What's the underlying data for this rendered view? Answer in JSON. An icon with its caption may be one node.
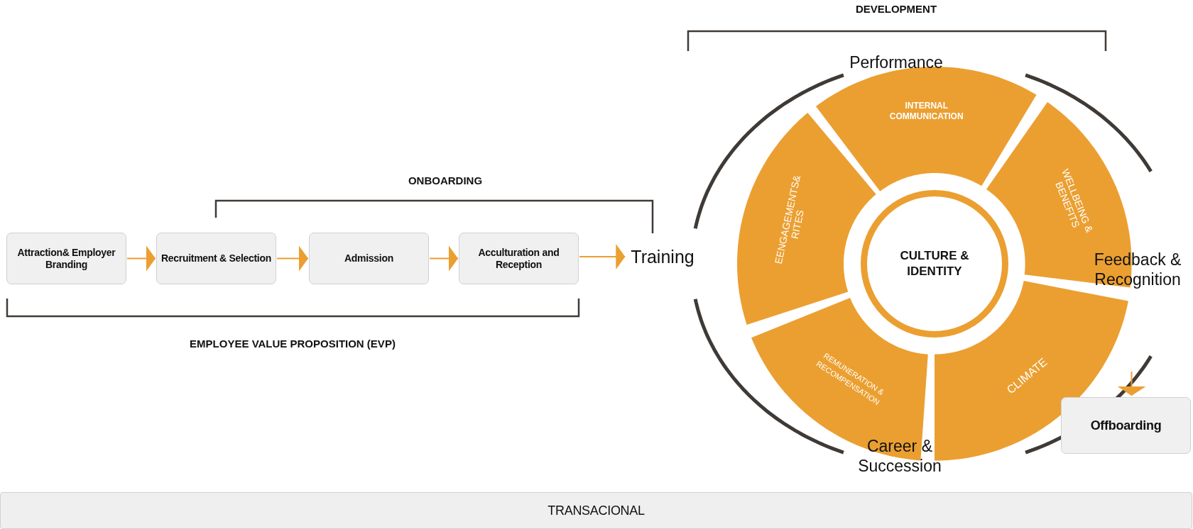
{
  "diagram": {
    "nodes": [
      {
        "text": [
          "Attraction& Employer Branding"
        ]
      },
      {
        "text": [
          "Recruitment & Selection"
        ]
      },
      {
        "text": [
          "Admission"
        ]
      },
      {
        "text": [
          "Acculturation and Reception"
        ]
      },
      {
        "text": [
          "Training"
        ]
      },
      {
        "text": [
          "INTERNAL COMMUNICATION"
        ]
      },
      {
        "text": [
          "WELLBEING & BENEFITS"
        ]
      },
      {
        "text": [
          "CLIMATE"
        ]
      },
      {
        "text": [
          "REMUNERATION & RECOMPENSATION"
        ]
      },
      {
        "text": [
          "EENGAGEMENTS& RITES"
        ]
      },
      {
        "text": [
          "CULTURE & IDENTITY"
        ]
      },
      {
        "text": [
          "Offboarding"
        ]
      },
      {
        "text": [
          "TRANSACIONAL"
        ]
      }
    ],
    "edges": [
      {
        "from": 0,
        "to": 1,
        "arrow": "to"
      },
      {
        "from": 1,
        "to": 2,
        "arrow": "to"
      },
      {
        "from": 2,
        "to": 3,
        "arrow": "to"
      },
      {
        "from": 3,
        "to": 4,
        "arrow": "to"
      },
      {
        "from": null,
        "to": 11,
        "arrow": "to"
      }
    ],
    "labels": [
      "DEVELOPMENT",
      "Performance",
      "ONBOARDING",
      "Feedback & Recognition",
      "EMPLOYEE VALUE PROPOSITION (EVP)",
      "Career & Succession"
    ]
  }
}
